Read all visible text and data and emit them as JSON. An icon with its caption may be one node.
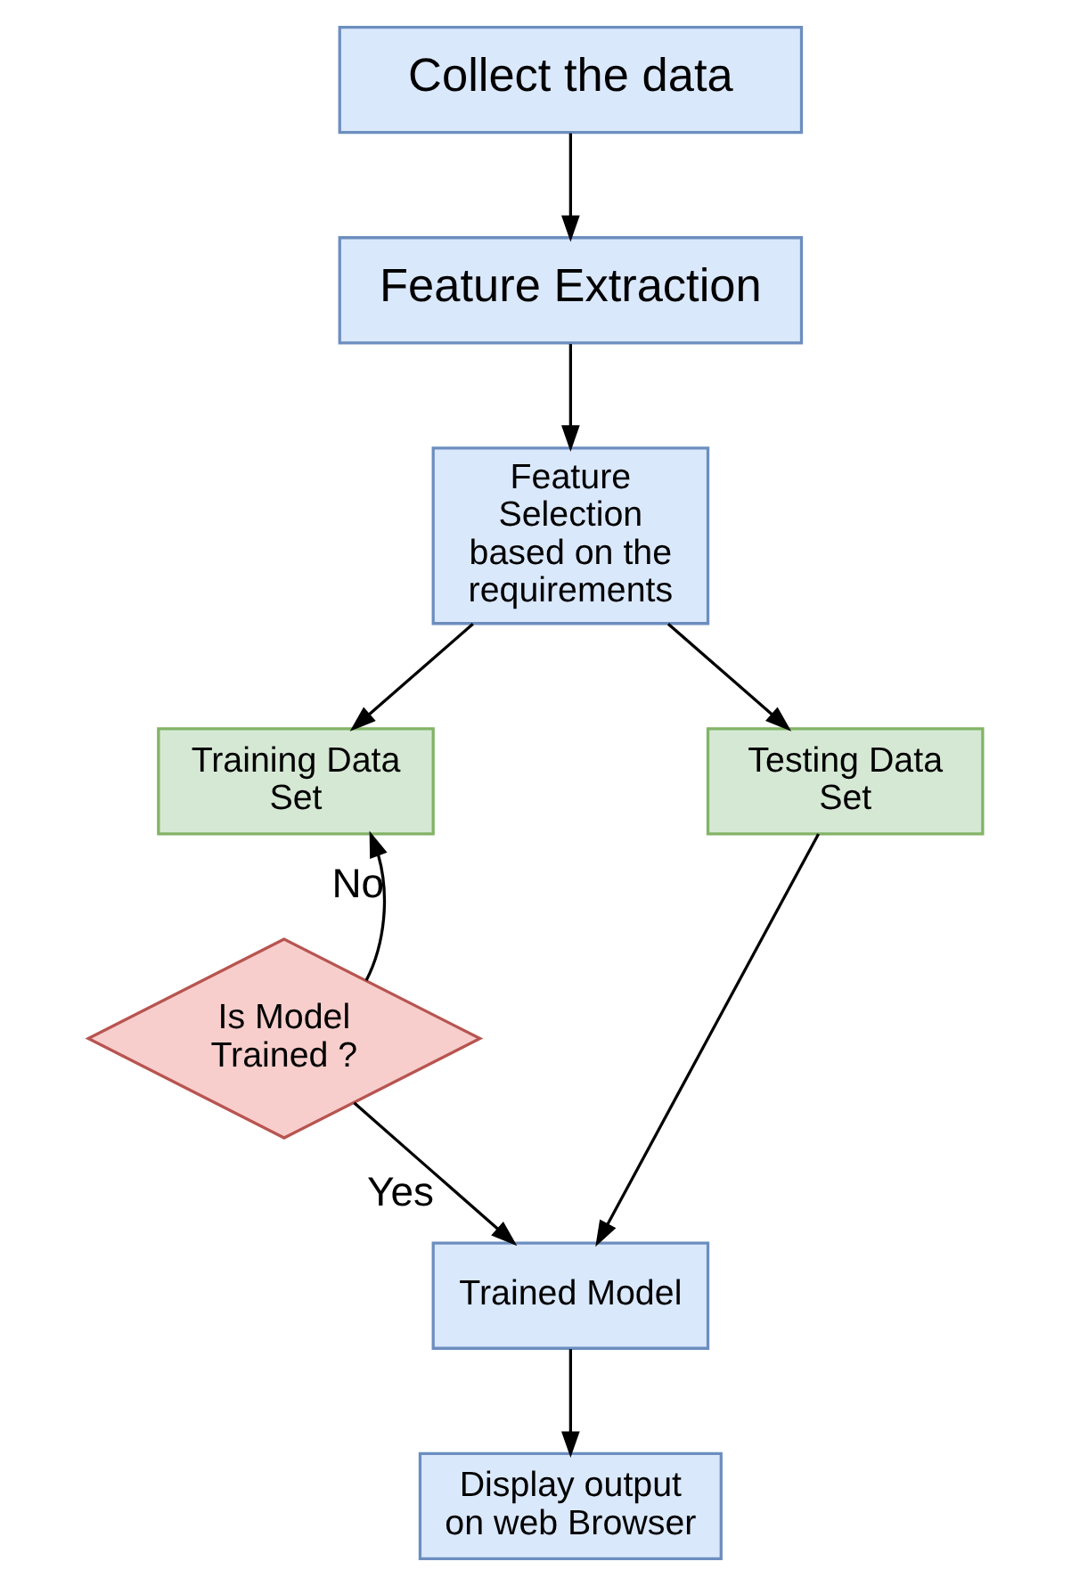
{
  "diagram": {
    "nodes": [
      {
        "text": [
          "Collect the data"
        ]
      },
      {
        "text": [
          "Feature Extraction"
        ]
      },
      {
        "text": [
          "Feature Selection based on the requirements"
        ]
      },
      {
        "text": [
          "Training Data Set"
        ]
      },
      {
        "text": [
          "Testing Data Set"
        ]
      },
      {
        "text": [
          "Is Model Trained ?"
        ]
      },
      {
        "text": [
          "Trained Model"
        ]
      },
      {
        "text": [
          "Display output on web Browser"
        ]
      }
    ],
    "edges": [
      {
        "from": 0,
        "to": 1,
        "arrow": "to"
      },
      {
        "from": 1,
        "to": 2,
        "arrow": "to"
      },
      {
        "from": 2,
        "to": 3,
        "arrow": "to"
      },
      {
        "from": 2,
        "to": 4,
        "arrow": "to"
      },
      {
        "from": 5,
        "to": 3,
        "arrow": "to",
        "label": "No"
      },
      {
        "from": 5,
        "to": 6,
        "arrow": "to",
        "label": "Yes"
      },
      {
        "from": 4,
        "to": 6,
        "arrow": "to"
      },
      {
        "from": 6,
        "to": 7,
        "arrow": "to"
      }
    ]
  }
}
